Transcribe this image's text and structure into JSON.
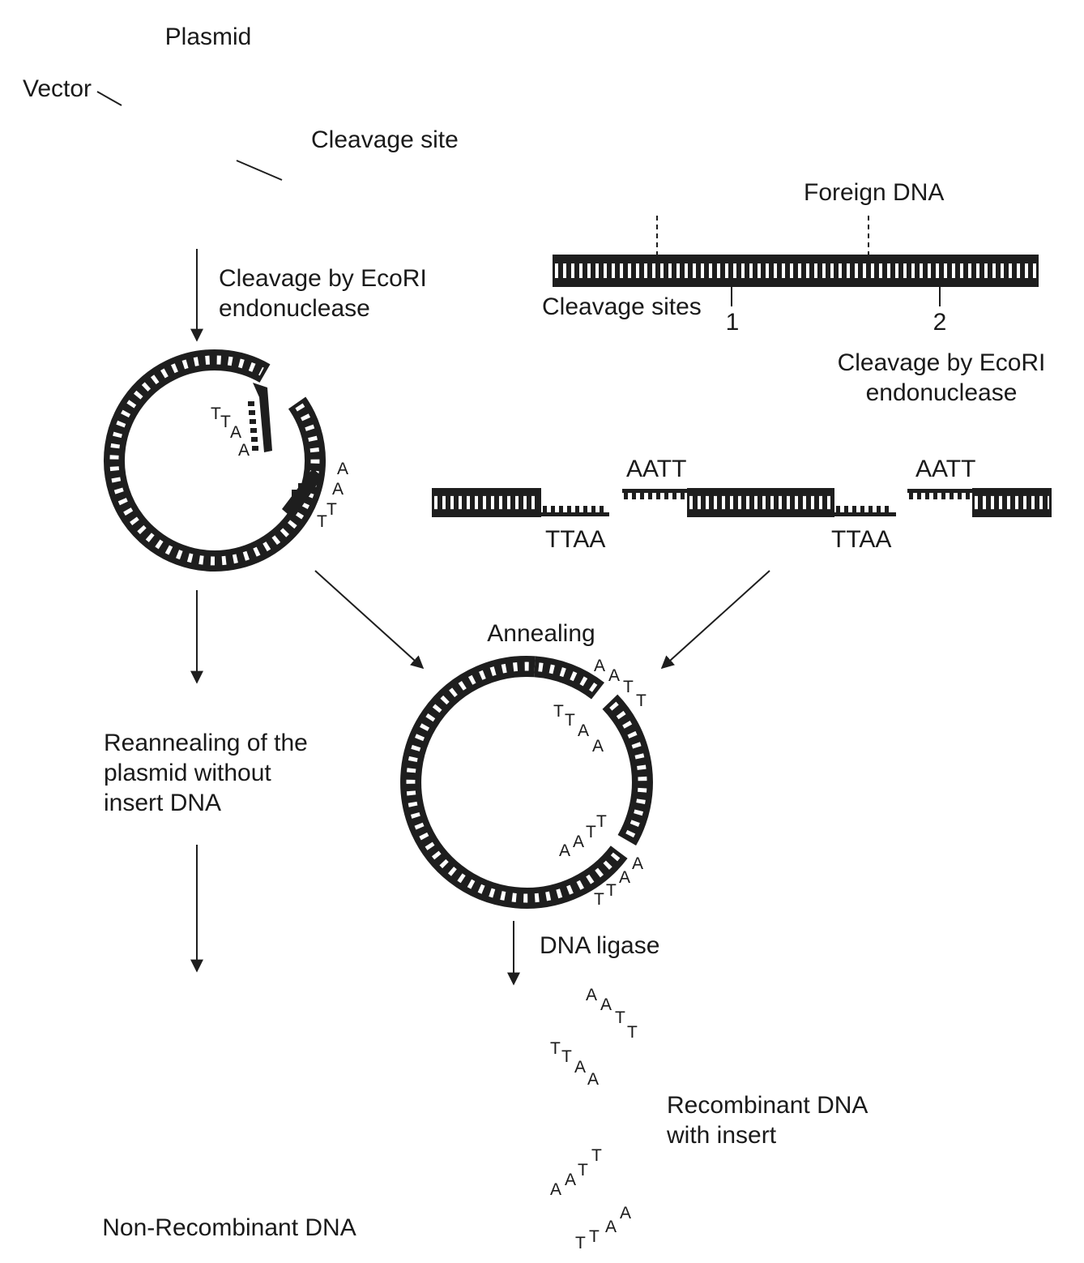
{
  "labels": {
    "plasmid": "Plasmid",
    "vector": "Vector",
    "cleavage_site": "Cleavage site",
    "foreign_dna": "Foreign DNA",
    "cleavage_by_ecori_left_1": "Cleavage by EcoRI",
    "cleavage_by_ecori_left_2": "endonuclease",
    "cleavage_sites": "Cleavage sites",
    "site_1": "1",
    "site_2": "2",
    "cleavage_by_ecori_right_1": "Cleavage by EcoRI",
    "cleavage_by_ecori_right_2": "endonuclease",
    "aatt_1": "AATT",
    "aatt_2": "AATT",
    "ttaa_1": "TTAA",
    "ttaa_2": "TTAA",
    "annealing": "Annealing",
    "reannealing_1": "Reannealing of the",
    "reannealing_2": "plasmid without",
    "reannealing_3": "insert DNA",
    "dna_ligase": "DNA ligase",
    "recombinant_1": "Recombinant DNA",
    "recombinant_2": "with insert",
    "non_recombinant": "Non-Recombinant DNA"
  },
  "bases": {
    "A": "A",
    "T": "T"
  },
  "colors": {
    "dna": "#1e1e1e",
    "background": "#ffffff"
  }
}
